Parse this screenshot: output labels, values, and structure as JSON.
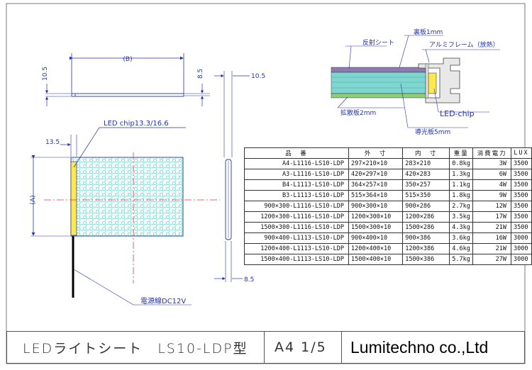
{
  "drawing": {
    "top_view": {
      "width_dim": "(B)",
      "height_dim_left": "10.5",
      "height_dim_right": "8.5"
    },
    "front_view": {
      "chip_label": "LED chip13.3/16.6",
      "edge_dim": "13.5",
      "height_dim": "(A)",
      "cable_label": "電源線DC12V"
    },
    "side_view": {
      "top_dim": "10.5",
      "bottom_dim": "8.5"
    },
    "section_detail": {
      "labels": {
        "back_plate": "裏板1mm",
        "reflector": "反射シート",
        "aluminum_frame": "アルミフレーム（放熱）",
        "led_chip": "LED-chip",
        "diffuser": "拡散板2mm",
        "light_guide": "導光板5mm"
      },
      "colors": {
        "reflector": "#8c7ab0",
        "guide_plate": "#7fd6d0",
        "diffuser": "#8ed07a",
        "led": "#ffe84d"
      }
    }
  },
  "spec_table": {
    "headers": [
      "品　番",
      "外　寸",
      "内　寸",
      "重量",
      "消費電力",
      "LUX"
    ],
    "rows": [
      [
        "A4-L1116-LS10-LDP",
        "297×210×10",
        "283×210",
        "0.8kg",
        "3W",
        "3500"
      ],
      [
        "A3-L1116-LS10-LDP",
        "420×297×10",
        "420×283",
        "1.3kg",
        "6W",
        "3500"
      ],
      [
        "B4-L1113-LS10-LDP",
        "364×257×10",
        "350×257",
        "1.1kg",
        "4W",
        "3500"
      ],
      [
        "B3-L1113-LS10-LDP",
        "515×364×10",
        "515×350",
        "1.8kg",
        "9W",
        "3500"
      ],
      [
        "900×300-L1116-LS10-LDP",
        "900×300×10",
        "900×286",
        "2.7kg",
        "12W",
        "3500"
      ],
      [
        "1200×300-L1116-LS10-LDP",
        "1200×300×10",
        "1200×286",
        "3.5kg",
        "17W",
        "3500"
      ],
      [
        "1500×300-L1116-LS10-LDP",
        "1500×300×10",
        "1500×286",
        "4.3kg",
        "21W",
        "3500"
      ],
      [
        "900×400-L1113-LS10-LDP",
        "900×400×10",
        "900×386",
        "3.6kg",
        "16W",
        "3000"
      ],
      [
        "1200×400-L1113-LS10-LDP",
        "1200×400×10",
        "1200×386",
        "4.6kg",
        "21W",
        "3000"
      ],
      [
        "1500×400-L1113-LS10-LDP",
        "1500×400×10",
        "1500×386",
        "5.7kg",
        "27W",
        "3000"
      ]
    ]
  },
  "title_block": {
    "product_title": "LEDライトシート　LS10-LDP型",
    "sheet": "A4 1/5",
    "company": "Lumitechno co.,Ltd"
  }
}
